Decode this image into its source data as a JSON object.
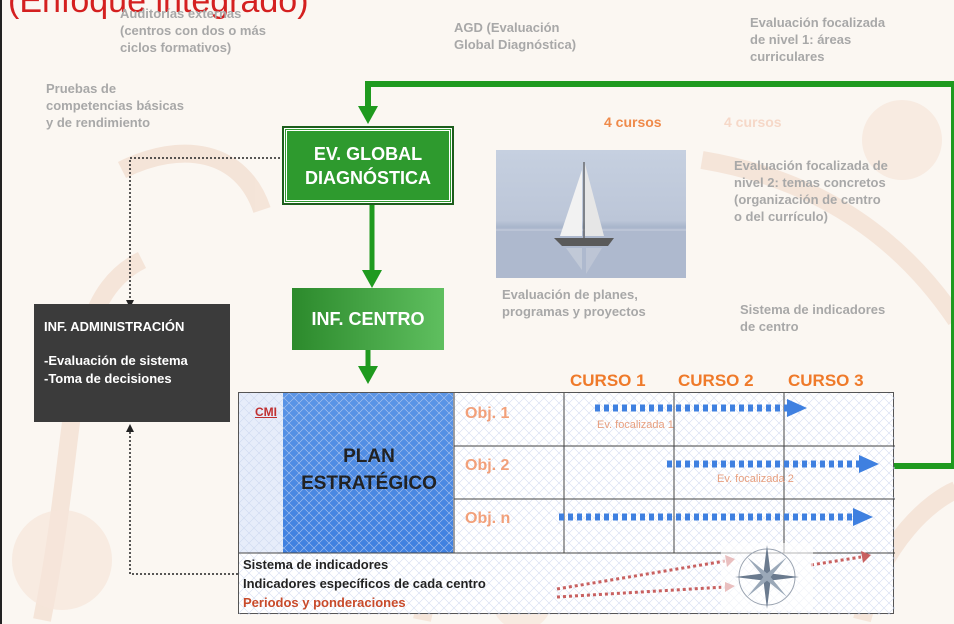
{
  "title": "(Enfoque integrado)",
  "labels": {
    "auditorias": "Auditorías externas\n(centros con dos o más\nciclos formativos)",
    "agd": "AGD (Evaluación\nGlobal Diagnóstica)",
    "evfoc1": "Evaluación  focalizada\nde nivel 1: áreas\ncurriculares",
    "pruebas": "Pruebas de\ncompetencias  básicas\ny  de rendimiento",
    "evfoc2": "Evaluación focalizada de\nnivel 2: temas concretos\n(organización de centro\no del currículo)",
    "planes": "Evaluación de planes,\nprogramas y proyectos",
    "sistema_centro": "Sistema de indicadores\nde centro",
    "cursos4": "4 cursos",
    "cursos4b": "4 cursos"
  },
  "boxes": {
    "ev_global": "EV. GLOBAL\nDIAGNÓSTICA",
    "inf_centro": "INF. CENTRO",
    "inf_admin_title": "INF. ADMINISTRACIÓN",
    "inf_admin_line1": "-Evaluación de sistema",
    "inf_admin_line2": "-Toma de decisiones"
  },
  "plan": {
    "cmi": "CMI",
    "title": "PLAN\nESTRATÉGICO",
    "cursos": [
      "CURSO 1",
      "CURSO 2",
      "CURSO 3"
    ],
    "objetivos": [
      "Obj. 1",
      "Obj. 2",
      "Obj. n"
    ],
    "ev_focalizada_1": "Ev. focalizada 1",
    "ev_focalizada_2": "Ev. focalizada 2",
    "bottom": [
      "Sistema de indicadores",
      "Indicadores específicos de cada centro",
      "Periodos y ponderaciones"
    ]
  },
  "colors": {
    "green": "#2e9a2e",
    "orange": "#ef7a2a",
    "blue": "#3f80e0",
    "red": "#d42020",
    "dark": "#3b3b3b"
  }
}
